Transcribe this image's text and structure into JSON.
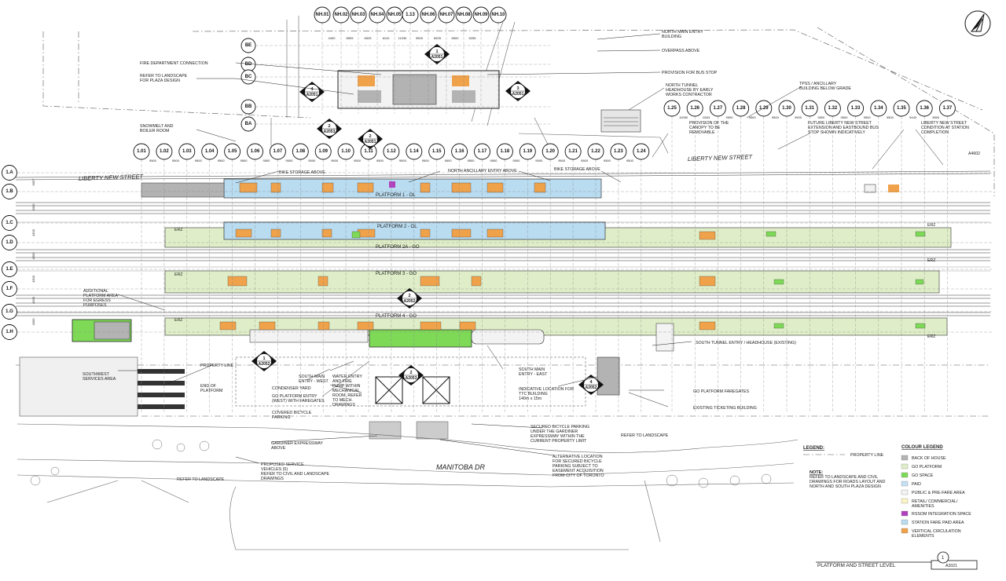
{
  "grid_top": [
    "NH.01",
    "NH.02",
    "NH.03",
    "NH.04",
    "NH.05",
    "1.13",
    "NH.06",
    "NH.07",
    "NH.08",
    "NH.09",
    "NH.10"
  ],
  "grid_top_dims": [
    "4400",
    "8505",
    "6525",
    "6110",
    "11030",
    "9500",
    "6525",
    "6500",
    "5255"
  ],
  "grid_main": [
    "1.01",
    "1.02",
    "1.03",
    "1.04",
    "1.05",
    "1.06",
    "1.07",
    "1.08",
    "1.09",
    "1.10",
    "1.11",
    "1.12",
    "1.14",
    "1.15",
    "1.16",
    "1.17",
    "1.18",
    "1.19",
    "1.20",
    "1.21",
    "1.22",
    "1.23",
    "1.24"
  ],
  "grid_main_dims": [
    "9500",
    "9500",
    "9500",
    "9500",
    "9500",
    "9500",
    "9500",
    "9500",
    "9500",
    "9500",
    "9500",
    "9500",
    "9500",
    "9500",
    "9500",
    "9500",
    "9500",
    "9500",
    "9500",
    "9500",
    "9500",
    "9500"
  ],
  "grid_east": [
    "1.25",
    "1.26",
    "1.27",
    "1.28",
    "1.29",
    "1.30",
    "1.31",
    "1.32",
    "1.33",
    "1.34",
    "1.35",
    "1.36",
    "1.37"
  ],
  "grid_east_dims": [
    "10050",
    "8343",
    "9500",
    "9500",
    "9500",
    "9500",
    "9500",
    "9500",
    "9500",
    "9500",
    "9440",
    "8500"
  ],
  "grid_rows": [
    "1.A",
    "1.B",
    "1.C",
    "1.D",
    "1.E",
    "1.F",
    "1.G",
    "1.H"
  ],
  "grid_rows_dims": [
    "9057",
    "4300",
    "4300",
    "4300",
    "4300",
    "4300",
    "4300"
  ],
  "grid_north": [
    "BE",
    "BD",
    "BC",
    "BB",
    "BA"
  ],
  "platform_labels": [
    "PLATFORM 1 - OL",
    "PLATFORM 2 - OL",
    "PLATFORM 2A - GO",
    "PLATFORM 3 - GO",
    "PLATFORM 4 - GO"
  ],
  "erz": "ERZ",
  "sections": {
    "s1": {
      "num": "1",
      "ref": "A2051"
    },
    "s2": {
      "num": "2",
      "ref": "A2053"
    },
    "s3": {
      "num": "3",
      "ref": "A2051"
    },
    "s4": {
      "num": "4",
      "ref": "A2051"
    },
    "s2b": {
      "num": "2",
      "ref": "A2051"
    },
    "s1b": {
      "num": "1",
      "ref": "A2052"
    },
    "s3b": {
      "num": "3",
      "ref": "A2052"
    },
    "s4b": {
      "num": "4",
      "ref": "A2052"
    },
    "s2c": {
      "num": "2",
      "ref": "A2053"
    },
    "s2d": {
      "num": "2",
      "ref": "A2052"
    }
  },
  "annotations": {
    "north_main_entry": [
      "NORTH MAIN ENTRY",
      "BUILDING"
    ],
    "overpass": [
      "OVERPASS ABOVE"
    ],
    "fire_dept": [
      "FIRE DEPARTMENT CONNECTION"
    ],
    "bus_stop": [
      "PROVISION FOR BUS STOP"
    ],
    "landscape_plaza": [
      "REFER TO LANDSCAPE",
      "FOR PLAZA DESIGN"
    ],
    "north_tunnel": [
      "NORTH TUNNEL",
      "HEADHOUSE BY EARLY",
      "WORKS CONTRACTOR"
    ],
    "tpss": [
      "TPSS / ANCILLARY",
      "BUILDING BELOW GRADE"
    ],
    "snowmelt": [
      "SNOWMELT AND",
      "BOILER ROOM"
    ],
    "canopy": [
      "PROVISION OF THE",
      "CANOPY TO BE",
      "REMOVABLE"
    ],
    "future_liberty": [
      "FUTURE LIBERTY NEW STREET",
      "EXTENSION AND EASTBOUND BUS",
      "STOP SHOWN INDICATIVELY"
    ],
    "liberty_condition": [
      "LIBERTY NEW STREET",
      "CONDITION AT STATION",
      "COMPLETION"
    ],
    "liberty_street": "LIBERTY NEW STREET",
    "bike_storage_w": [
      "BIKE STORAGE ABOVE"
    ],
    "north_ancillary": [
      "NORTH ANCILLARY ENTRY ABOVE"
    ],
    "bike_storage_e": [
      "BIKE STORAGE ABOVE"
    ],
    "additional_platform": [
      "ADDITIONAL",
      "PLATFORM AREA",
      "FOR EGRESS",
      "PURPOSES"
    ],
    "south_tunnel": [
      "SOUTH TUNNEL ENTRY / HEADHOUSE (EXISTING)"
    ],
    "southwest": [
      "SOUTHWEST",
      "SERVICES AREA"
    ],
    "property_line": [
      "PROPERTY LINE"
    ],
    "end_platform": [
      "END OF",
      "PLATFORM"
    ],
    "south_main_west": [
      "SOUTH MAIN",
      "ENTRY - WEST"
    ],
    "condenser": [
      "CONDENSER YARD"
    ],
    "go_entry_west": [
      "GO PLATFORM ENTRY",
      "(WEST) WITH FAREGATES"
    ],
    "covered_bike": [
      "COVERED BICYCLE",
      "PARKING"
    ],
    "water_entry": [
      "WATER ENTRY",
      "AND FIRE",
      "PUMP WITHIN",
      "MECHANICAL",
      "ROOM, REFER",
      "TO MECH.",
      "DRAWINGS"
    ],
    "south_main_east": [
      "SOUTH MAIN",
      "ENTRY - EAST"
    ],
    "ttc": [
      "INDICATIVE LOCATION FOR",
      "TTC BUILDING",
      "140m x 15m"
    ],
    "go_faregates": [
      "GO PLATFORM FAREGATES"
    ],
    "existing_ticketing": [
      "EXISTING TICKETING BUILDING"
    ],
    "secured_bike": [
      "SECURED BICYCLE PARKING",
      "UNDER THE GARDINER",
      "EXPRESSWAY WITHIN THE",
      "CURRENT PROPERTY LIMIT"
    ],
    "refer_landscape_1": [
      "REFER TO LANDSCAPE"
    ],
    "gardiner": [
      "GARDINER EXPRESSWAY",
      "ABOVE"
    ],
    "service_vehicles": [
      "PROPOSED SERVICE",
      "VEHICLES (5)",
      "REFER TO CIVIL AND LANDSCAPE",
      "DRAWINGS"
    ],
    "manitoba": "MANITOBA DR",
    "alt_location": [
      "ALTERNATIVE LOCATION",
      "FOR SECURED BICYCLE",
      "PARKING SUBJECT TO",
      "EASEMENT ACQUISITION",
      "FROM CITY OF TORONTO"
    ],
    "refer_landscape_2": [
      "REFER TO LANDSCAPE"
    ]
  },
  "legend": {
    "title": "LEGEND:",
    "property_line": "PROPERTY LINE",
    "note_title": "NOTE:",
    "note_lines": [
      "REFER TO LANDSCAPE AND CIVIL",
      "DRAWINGS FOR ROADS LAYOUT AND",
      "NORTH AND SOUTH PLAZA DESIGN"
    ],
    "colour_title": "COLOUR LEGEND",
    "items": [
      {
        "label": [
          "BACK OF HOUSE"
        ],
        "color": "#b3b3b3"
      },
      {
        "label": [
          "GO PLATFORM"
        ],
        "color": "#dfeec8"
      },
      {
        "label": [
          "GO SPACE"
        ],
        "color": "#7ed957"
      },
      {
        "label": [
          "PAID"
        ],
        "color": "#c7dff2"
      },
      {
        "label": [
          "PUBLIC & PRE-FARE AREA"
        ],
        "color": "#f3f3f3"
      },
      {
        "label": [
          "RETAIL/ COMMERCIAL/",
          "AMENITIES"
        ],
        "color": "#fbf4c4"
      },
      {
        "label": [
          "RSSOM INTEGRATION SPACE"
        ],
        "color": "#b23fbf"
      },
      {
        "label": [
          "STATION FARE PAID AREA"
        ],
        "color": "#b9dcf0"
      },
      {
        "label": [
          "VERTICAL CIRCULATION",
          "ELEMENTS"
        ],
        "color": "#f0a24b"
      }
    ]
  },
  "title_block": {
    "label": "PLATFORM AND STREET LEVEL",
    "num": "1",
    "ref": "A2021"
  },
  "dim_a4602": "A4602"
}
